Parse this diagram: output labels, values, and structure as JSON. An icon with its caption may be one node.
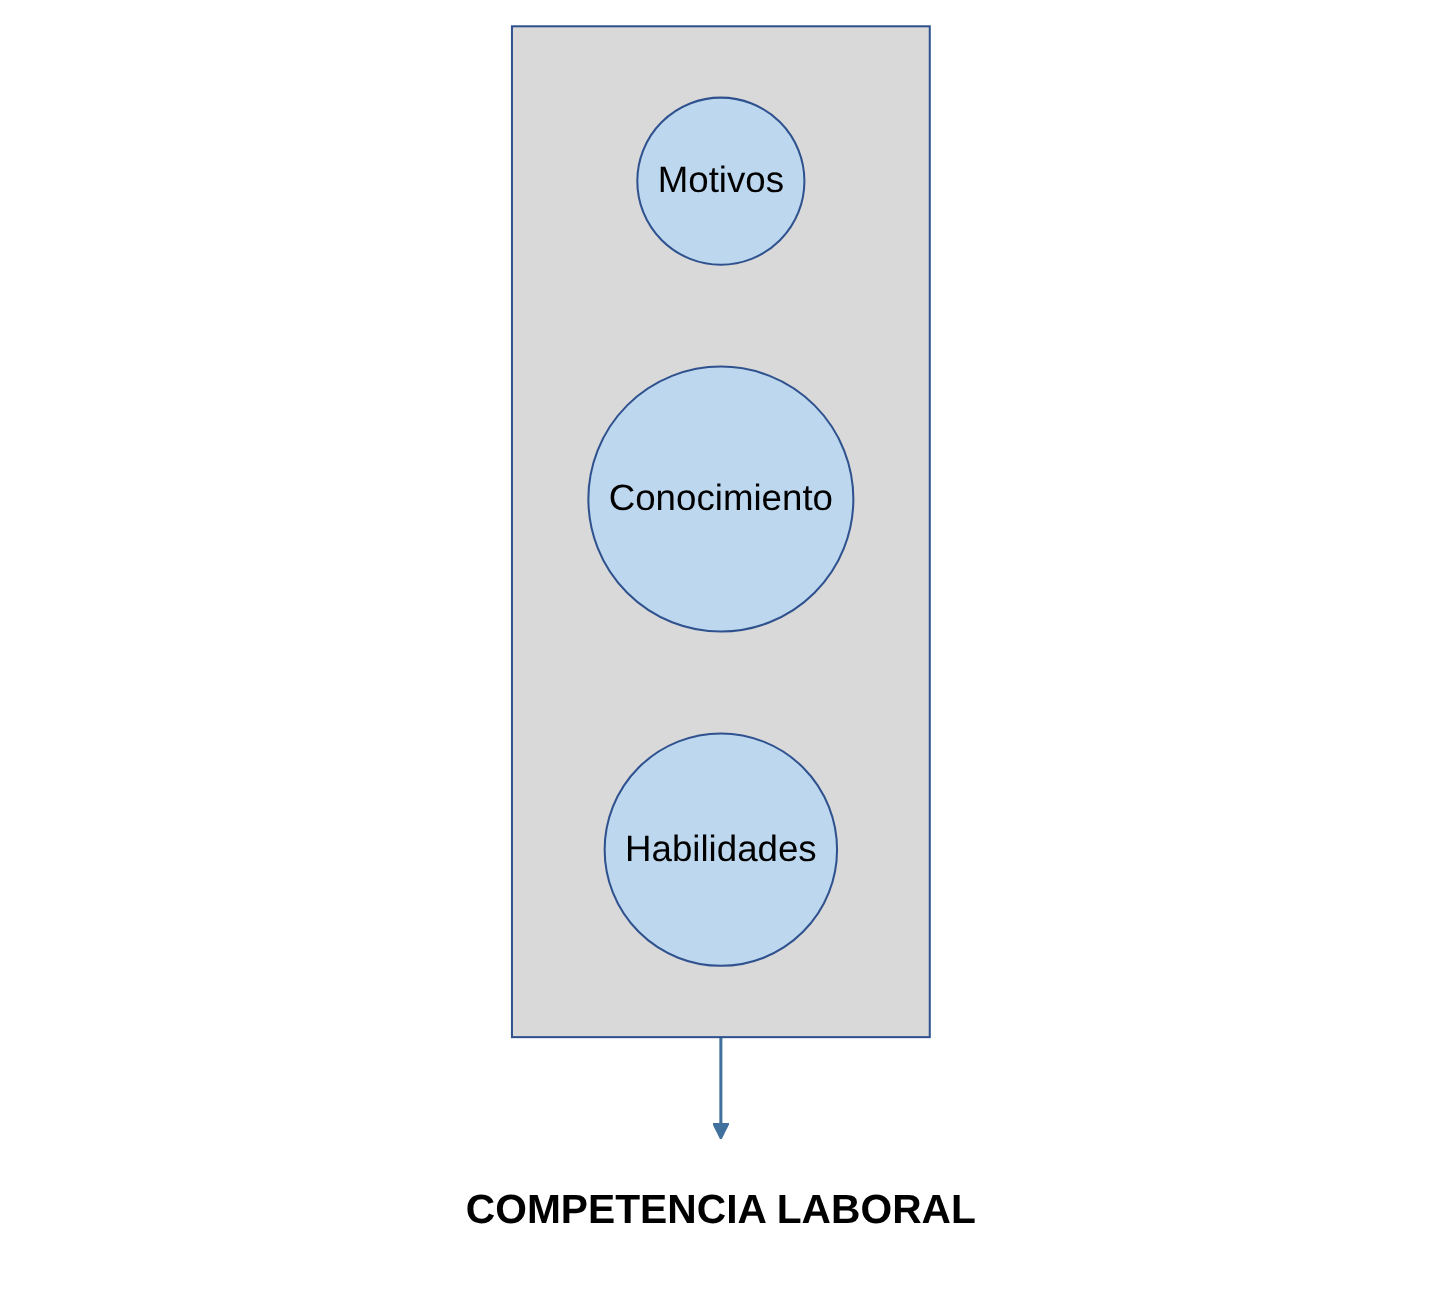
{
  "diagram": {
    "nodes": [
      {
        "text": [],
        "shape": "trapezoid"
      },
      {
        "text": [
          "Motivos"
        ],
        "in": 0
      },
      {
        "text": [
          "Conocimiento"
        ],
        "in": 0
      },
      {
        "text": [
          "Habilidades"
        ],
        "in": 0
      },
      {
        "text": [
          "COMPETENCIA LABORAL"
        ]
      }
    ],
    "edges": [
      {
        "from": 0,
        "to": 4,
        "arrow": "to"
      }
    ]
  }
}
